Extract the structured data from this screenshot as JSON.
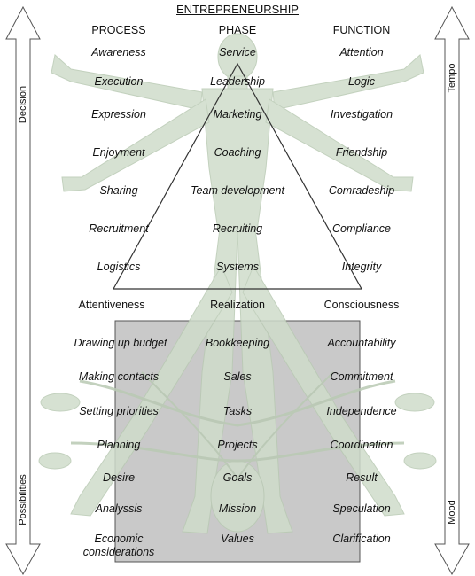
{
  "title": "ENTREPRENEURSHIP",
  "headers": {
    "process": "PROCESS",
    "phase": "PHASE",
    "function": "FUNCTION"
  },
  "triangle_rows": [
    {
      "process": "Awareness",
      "phase": "Service",
      "function": "Attention"
    },
    {
      "process": "Execution",
      "phase": "Leadership",
      "function": "Logic"
    },
    {
      "process": "Expression",
      "phase": "Marketing",
      "function": "Investigation"
    },
    {
      "process": "Enjoyment",
      "phase": "Coaching",
      "function": "Friendship"
    },
    {
      "process": "Sharing",
      "phase": "Team development",
      "function": "Comradeship"
    },
    {
      "process": "Recruitment",
      "phase": "Recruiting",
      "function": "Compliance"
    },
    {
      "process": "Logistics",
      "phase": "Systems",
      "function": "Integrity"
    }
  ],
  "middle_row": {
    "process": "Attentiveness",
    "phase": "Realization",
    "function": "Consciousness"
  },
  "box_rows": [
    {
      "process": "Drawing up budget",
      "phase": "Bookkeeping",
      "function": "Accountability"
    },
    {
      "process": "Making contacts",
      "phase": "Sales",
      "function": "Commitment"
    },
    {
      "process": "Setting priorities",
      "phase": "Tasks",
      "function": "Independence"
    },
    {
      "process": "Planning",
      "phase": "Projects",
      "function": "Coordination"
    },
    {
      "process": "Desire",
      "phase": "Goals",
      "function": "Result"
    },
    {
      "process": "Analyssis",
      "phase": "Mission",
      "function": "Speculation"
    },
    {
      "process": "Economic",
      "process_line2": "considerations",
      "phase": "Values",
      "function": "Clarification"
    }
  ],
  "arrows": {
    "left_top": "Decision",
    "left_bottom": "Possibilities",
    "right_top": "Tempo",
    "right_bottom": "Mood"
  },
  "colors": {
    "box_fill": "#c9c9c9",
    "figure": "#cfdccb",
    "line": "#444444"
  },
  "background_figure": "vitruvian-man-figure"
}
